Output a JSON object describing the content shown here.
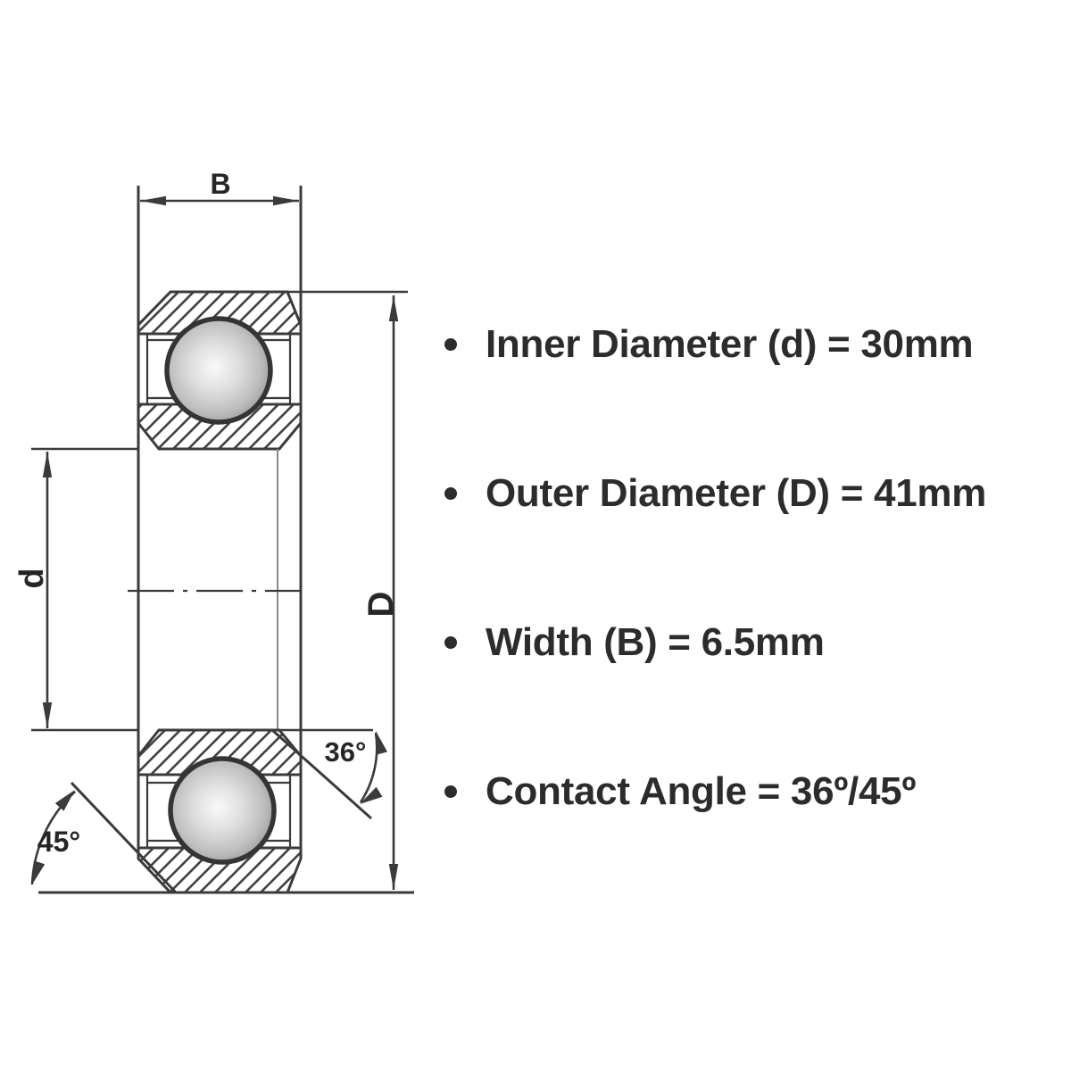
{
  "specs": {
    "items": [
      "Inner Diameter (d) = 30mm",
      "Outer Diameter (D) = 41mm",
      "Width (B) = 6.5mm",
      "Contact Angle = 36º/45º"
    ],
    "bullet_icon": "filled-circle"
  },
  "diagram": {
    "width_label": "B",
    "bore_label": "d",
    "outer_label": "D",
    "angle_inner_label": "36°",
    "angle_outer_label": "45°"
  },
  "colors": {
    "background": "#ffffff",
    "line": "#3b3b3b",
    "text": "#2c2c2e",
    "hatch": "#424242",
    "ball_light": "#f9f9f9",
    "ball_dark": "#8d8d8d"
  }
}
